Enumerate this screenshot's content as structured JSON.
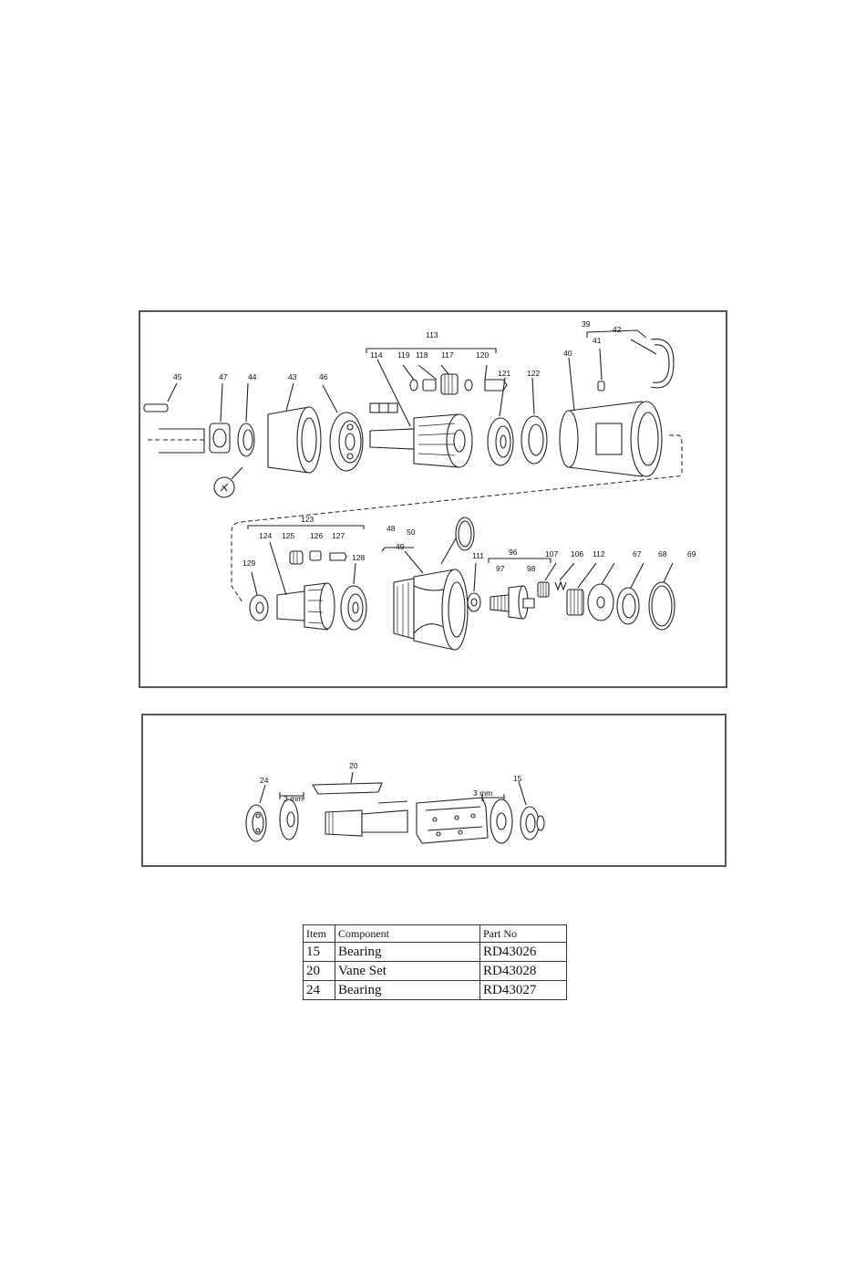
{
  "diagram_top": {
    "callouts": [
      "113",
      "114",
      "119",
      "118",
      "117",
      "120",
      "121",
      "122",
      "39",
      "42",
      "40",
      "41",
      "45",
      "47",
      "44",
      "43",
      "46",
      "123",
      "48",
      "50",
      "124",
      "125",
      "126",
      "127",
      "129",
      "128",
      "49",
      "111",
      "96",
      "107",
      "106",
      "112",
      "67",
      "68",
      "69",
      "97",
      "98"
    ]
  },
  "diagram_bottom": {
    "callouts": [
      "20",
      "24",
      "15"
    ],
    "dimension_labels": [
      "3 mm",
      "3 mm"
    ]
  },
  "parts_table": {
    "headers": [
      "Item",
      "Component",
      "Part No"
    ],
    "rows": [
      [
        "15",
        "Bearing",
        "RD43026"
      ],
      [
        "20",
        "Vane Set",
        "RD43028"
      ],
      [
        "24",
        "Bearing",
        "RD43027"
      ]
    ]
  }
}
